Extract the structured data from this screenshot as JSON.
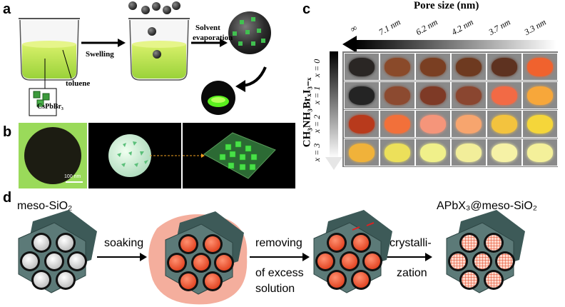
{
  "panels": {
    "a": "a",
    "b": "b",
    "c": "c",
    "d": "d"
  },
  "panel_a": {
    "label_cspbbr3": "CsPbBr₃",
    "label_toluene": "toluene",
    "step1": "Swelling",
    "step2": "Solvent",
    "step2b": "evaporation"
  },
  "panel_b": {
    "scale_bar": "100 nm"
  },
  "panel_c": {
    "title": "Pore size (nm)",
    "pore_sizes": [
      "∞",
      "7.1 nm",
      "6.2 nm",
      "4.2 nm",
      "3.7 nm",
      "3.3 nm"
    ],
    "y_title": "CH₃NH₃BrₓI₃₋ₓ",
    "x_values": [
      "x = 0",
      "x = 1",
      "x = 2",
      "x = 3"
    ],
    "colors": [
      [
        "#2a2624",
        "#8a4a2a",
        "#7a3f22",
        "#6e3a20",
        "#5e3220",
        "#f0622e"
      ],
      [
        "#242424",
        "#8c4a30",
        "#7e3a26",
        "#8a4630",
        "#f26a45",
        "#f7a73a"
      ],
      [
        "#b83a1c",
        "#f2703a",
        "#f5957a",
        "#f7a56e",
        "#f3c33e",
        "#f5d63a"
      ],
      [
        "#f0b23a",
        "#ece05a",
        "#f0f08a",
        "#f2ee9a",
        "#f6f2a6",
        "#f4f09a"
      ]
    ],
    "colors_bg": "#7c7c7c"
  },
  "panel_d": {
    "label_meso": "meso-SiO₂",
    "label_apbx": "APbX₃@meso-SiO₂",
    "step1": "soaking",
    "step2a": "removing",
    "step2b": "of excess",
    "step2c": "solution",
    "step3a": "crystalli-",
    "step3b": "zation"
  }
}
